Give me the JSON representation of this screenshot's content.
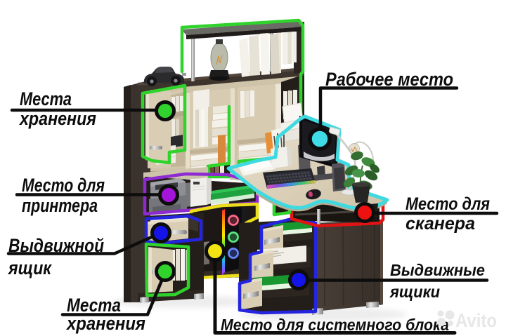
{
  "image_type": "product-infographic",
  "subject": "corner computer desk with shelving, annotated feature callouts",
  "background": "#ffffff",
  "annotations": [
    {
      "id": "storage-top",
      "lines": [
        "Места",
        "хранения"
      ],
      "dot_color": "#2fd32c",
      "outline_color": "#2fd32c"
    },
    {
      "id": "workspace",
      "lines": [
        "Рабочее место"
      ],
      "dot_color": "#3fdce8",
      "outline_color": "#3fd9e0"
    },
    {
      "id": "printer",
      "lines": [
        "Место для",
        "принтера"
      ],
      "dot_color": "#a315d8",
      "outline_color": "#8e2bd0"
    },
    {
      "id": "drawer-single",
      "lines": [
        "Выдвижной",
        "ящик"
      ],
      "dot_color": "#1414e8",
      "outline_color": "#2525e0"
    },
    {
      "id": "storage-bottom",
      "lines": [
        "Места",
        "хранения"
      ],
      "dot_color": "#2fd32c",
      "outline_color": "#2fd32c"
    },
    {
      "id": "scanner",
      "lines": [
        "Место для",
        "сканера"
      ],
      "dot_color": "#ee1111",
      "outline_color": "#e01414"
    },
    {
      "id": "drawers-multi",
      "lines": [
        "Выдвижные",
        "ящики"
      ],
      "dot_color": "#1414e8",
      "outline_color": "#2525e0"
    },
    {
      "id": "system-unit",
      "lines": [
        "Место для системного блока"
      ],
      "dot_color": "#f2e413",
      "outline_color": "#ecdf1a"
    }
  ],
  "watermark": {
    "text": "Avito",
    "color": "#e7e7e7"
  }
}
